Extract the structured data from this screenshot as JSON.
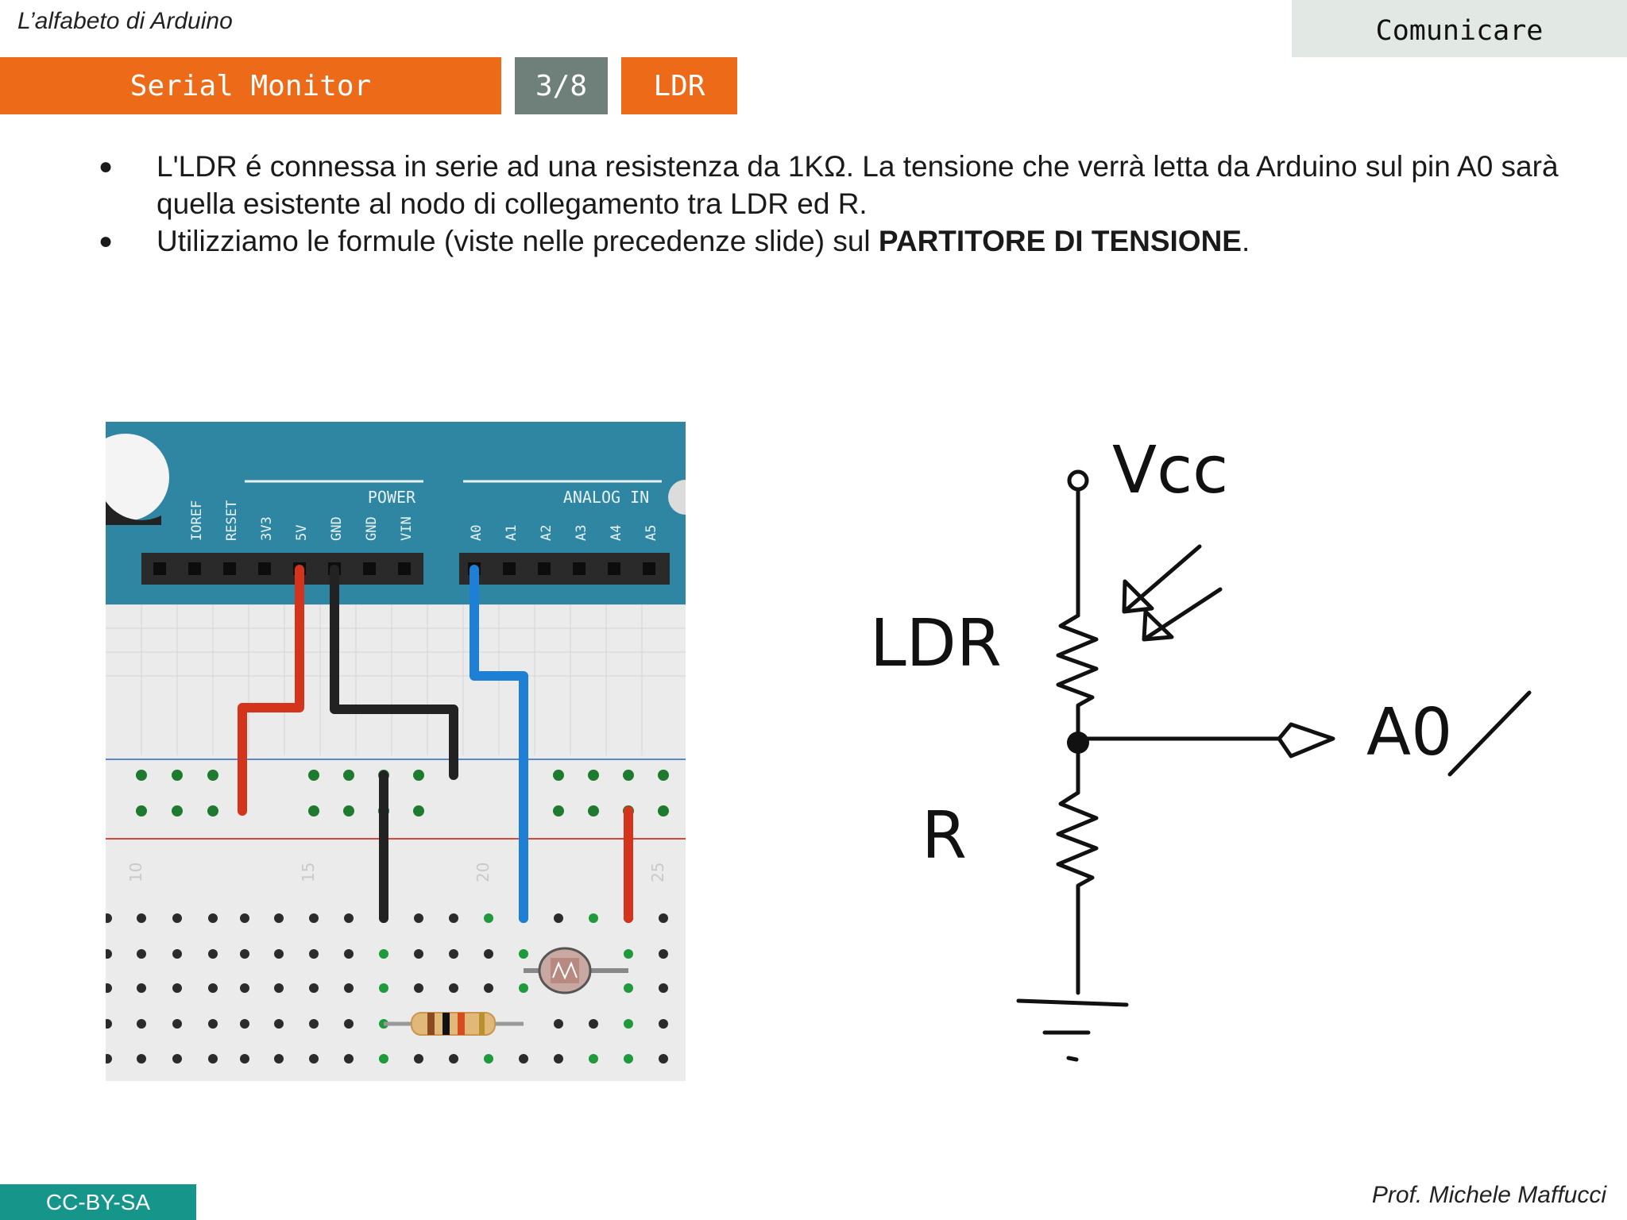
{
  "header": {
    "course_title": "L’alfabeto di Arduino",
    "section": "Comunicare",
    "topic": "Serial Monitor",
    "page": "3/8",
    "subtopic": "LDR"
  },
  "bullets": [
    {
      "text": "L'LDR é connessa in serie ad una resistenza da 1KΩ. La tensione che verrà letta da Arduino sul pin A0 sarà quella esistente al nodo di collegamento tra LDR ed R."
    },
    {
      "prefix": "Utilizziamo le formule (viste nelle precedenze slide) sul ",
      "bold": "PARTITORE DI TENSIONE",
      "suffix": "."
    }
  ],
  "breadboard": {
    "board_color": "#2e86a3",
    "power_label": "POWER",
    "analog_label": "ANALOG IN",
    "power_pins": [
      "IOREF",
      "RESET",
      "3V3",
      "5V",
      "GND",
      "GND",
      "VIN"
    ],
    "analog_pins": [
      "A0",
      "A1",
      "A2",
      "A3",
      "A4",
      "A5"
    ],
    "column_numbers": [
      "10",
      "15",
      "20",
      "25"
    ],
    "wire_colors": {
      "red": "#d4341c",
      "black": "#222222",
      "blue": "#1d7fd6"
    }
  },
  "schematic": {
    "vcc_label": "Vcc",
    "ldr_label": "LDR",
    "r_label": "R",
    "output_label": "A0"
  },
  "footer": {
    "license": "CC-BY-SA",
    "author": "Prof. Michele Maffucci"
  },
  "colors": {
    "accent": "#ec6a18",
    "page_tab": "#6f7f7a",
    "section_bg": "#e2e8e4",
    "license_bg": "#16968a"
  }
}
